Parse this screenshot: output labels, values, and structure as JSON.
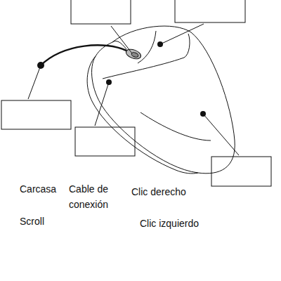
{
  "diagram": {
    "labels": [
      "Carcasa",
      "Cable de conexión",
      "Clic derecho",
      "Scroll",
      "Clic izquierdo"
    ]
  }
}
